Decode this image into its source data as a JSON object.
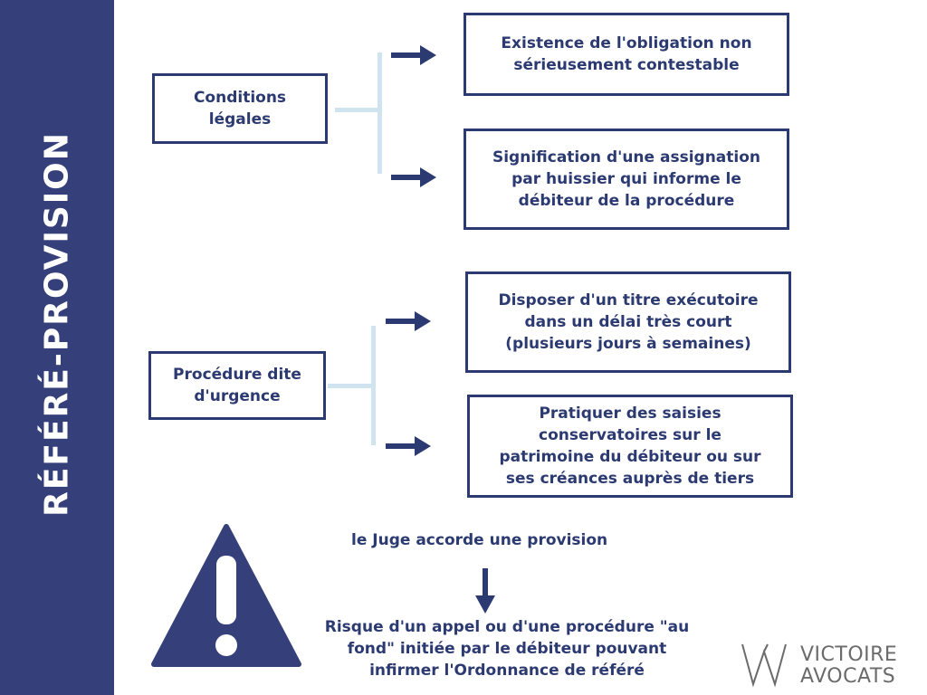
{
  "sidebar": {
    "title": "RÉFÉRÉ-PROVISION"
  },
  "group1": {
    "source": [
      "Conditions",
      "légales"
    ],
    "targets": [
      [
        "Existence de l'obligation non",
        "sérieusement contestable"
      ],
      [
        "Signification d'une assignation",
        "par huissier qui informe le",
        "débiteur de la procédure"
      ]
    ]
  },
  "group2": {
    "source": [
      "Procédure dite",
      "d'urgence"
    ],
    "targets": [
      [
        "Disposer d'un titre exécutoire",
        "dans un délai très court",
        "(plusieurs jours à semaines)"
      ],
      [
        "Pratiquer des saisies",
        "conservatoires sur le",
        "patrimoine du débiteur ou sur",
        "ses créances auprès de tiers"
      ]
    ]
  },
  "outcome": {
    "decision": "le Juge accorde une provision",
    "risk": [
      "Risque d'un appel ou d'une procédure \"au",
      "fond\" initiée par le débiteur pouvant",
      "infirmer l'Ordonnance de référé"
    ]
  },
  "logo": {
    "line1": "VICTOIRE",
    "line2": "AVOCATS"
  },
  "colors": {
    "navy": "#2c3a72",
    "sidebar": "#35407a",
    "connector": "#cfe4ef",
    "logo": "#6b6b6b"
  }
}
